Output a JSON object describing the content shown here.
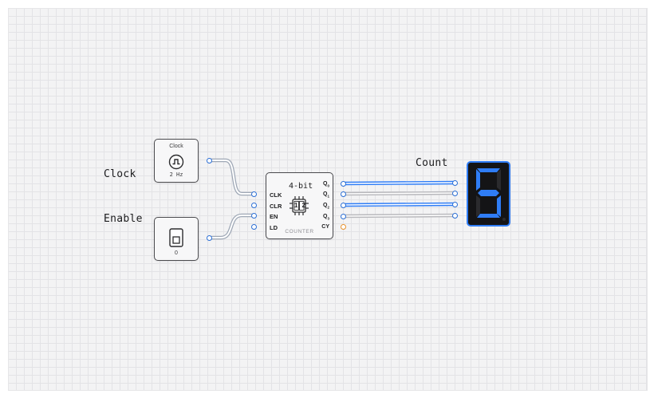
{
  "labels": {
    "clock": "Clock",
    "enable": "Enable",
    "count": "Count"
  },
  "clock_component": {
    "title": "Clock",
    "frequency": "2 Hz",
    "icon": "square-wave-icon"
  },
  "switch_component": {
    "value": "0",
    "icon": "toggle-switch-icon"
  },
  "counter": {
    "bits": "4-bit",
    "name": "COUNTER",
    "icon": "counter-chip-icon",
    "chip_text": "12",
    "inputs": [
      "CLK",
      "CLR",
      "EN",
      "LD"
    ],
    "outputs": [
      "Q",
      "Q",
      "Q",
      "Q",
      "CY"
    ],
    "output_subscripts": [
      "0",
      "1",
      "2",
      "3",
      ""
    ]
  },
  "display": {
    "digit": "5",
    "segment_on_color": "#2f7df6",
    "segment_off_color": "#2b2b2e"
  },
  "colors": {
    "active_wire": "#2f7df6",
    "inactive_wire": "#b8b8bc",
    "carry_pin": "#e8922b"
  },
  "wires": {
    "clk": "on",
    "en": "on",
    "q0": "on",
    "q1": "off",
    "q2": "on",
    "q3": "off"
  }
}
